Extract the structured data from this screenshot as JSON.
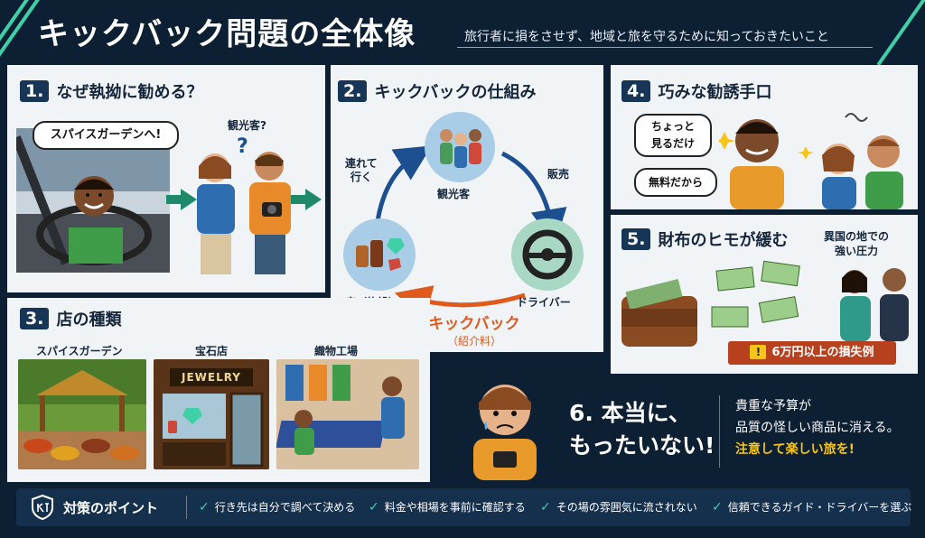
{
  "header": {
    "title": "キックバック問題の全体像",
    "subtitle": "旅行者に損をさせず、地域と旅を守るために知っておきたいこと"
  },
  "section1": {
    "number": "1.",
    "title": "なぜ執拗に勧める？",
    "driver_speech": "スパイスガーデンへ!",
    "tourist_label": "観光客?",
    "question_mark": "?"
  },
  "section2": {
    "number": "2.",
    "title": "キックバックの仕組み",
    "tourists": "観光客",
    "driver": "ドライバー",
    "shop": "店（施設）",
    "take_label": "連れて\n行く",
    "sell_label": "販売",
    "kickback": "キックバック",
    "kickback_sub": "（紹介料）"
  },
  "section3": {
    "number": "3.",
    "title": "店の種類",
    "shops": [
      {
        "name": "スパイスガーデン"
      },
      {
        "name": "宝石店",
        "sign": "JEWELRY"
      },
      {
        "name": "織物工場"
      }
    ]
  },
  "section4": {
    "number": "4.",
    "title": "巧みな勧誘手口",
    "speech1": "ちょっと\n見るだけ",
    "speech2": "無料だから"
  },
  "section5": {
    "number": "5.",
    "title": "財布のヒモが緩む",
    "pressure": "異国の地での\n強い圧力",
    "warning": "6万円以上の損失例",
    "warn_icon": "!"
  },
  "section6": {
    "headline": "6. 本当に、\nもったいない!",
    "line1": "貴重な予算が",
    "line2": "品質の怪しい商品に消える。",
    "line3": "注意して楽しい旅を!"
  },
  "tips": {
    "title": "対策のポイント",
    "items": [
      "行き先は自分で調べて決める",
      "料金や相場を事前に確認する",
      "その場の雰囲気に流されない",
      "信頼できるガイド・ドライバーを選ぶ"
    ]
  },
  "colors": {
    "navy": "#0d1f33",
    "accent_teal": "#3fd0a8",
    "kickback_orange": "#e05a1b",
    "warning_red": "#b7411f",
    "highlight_yellow": "#f5c518"
  }
}
